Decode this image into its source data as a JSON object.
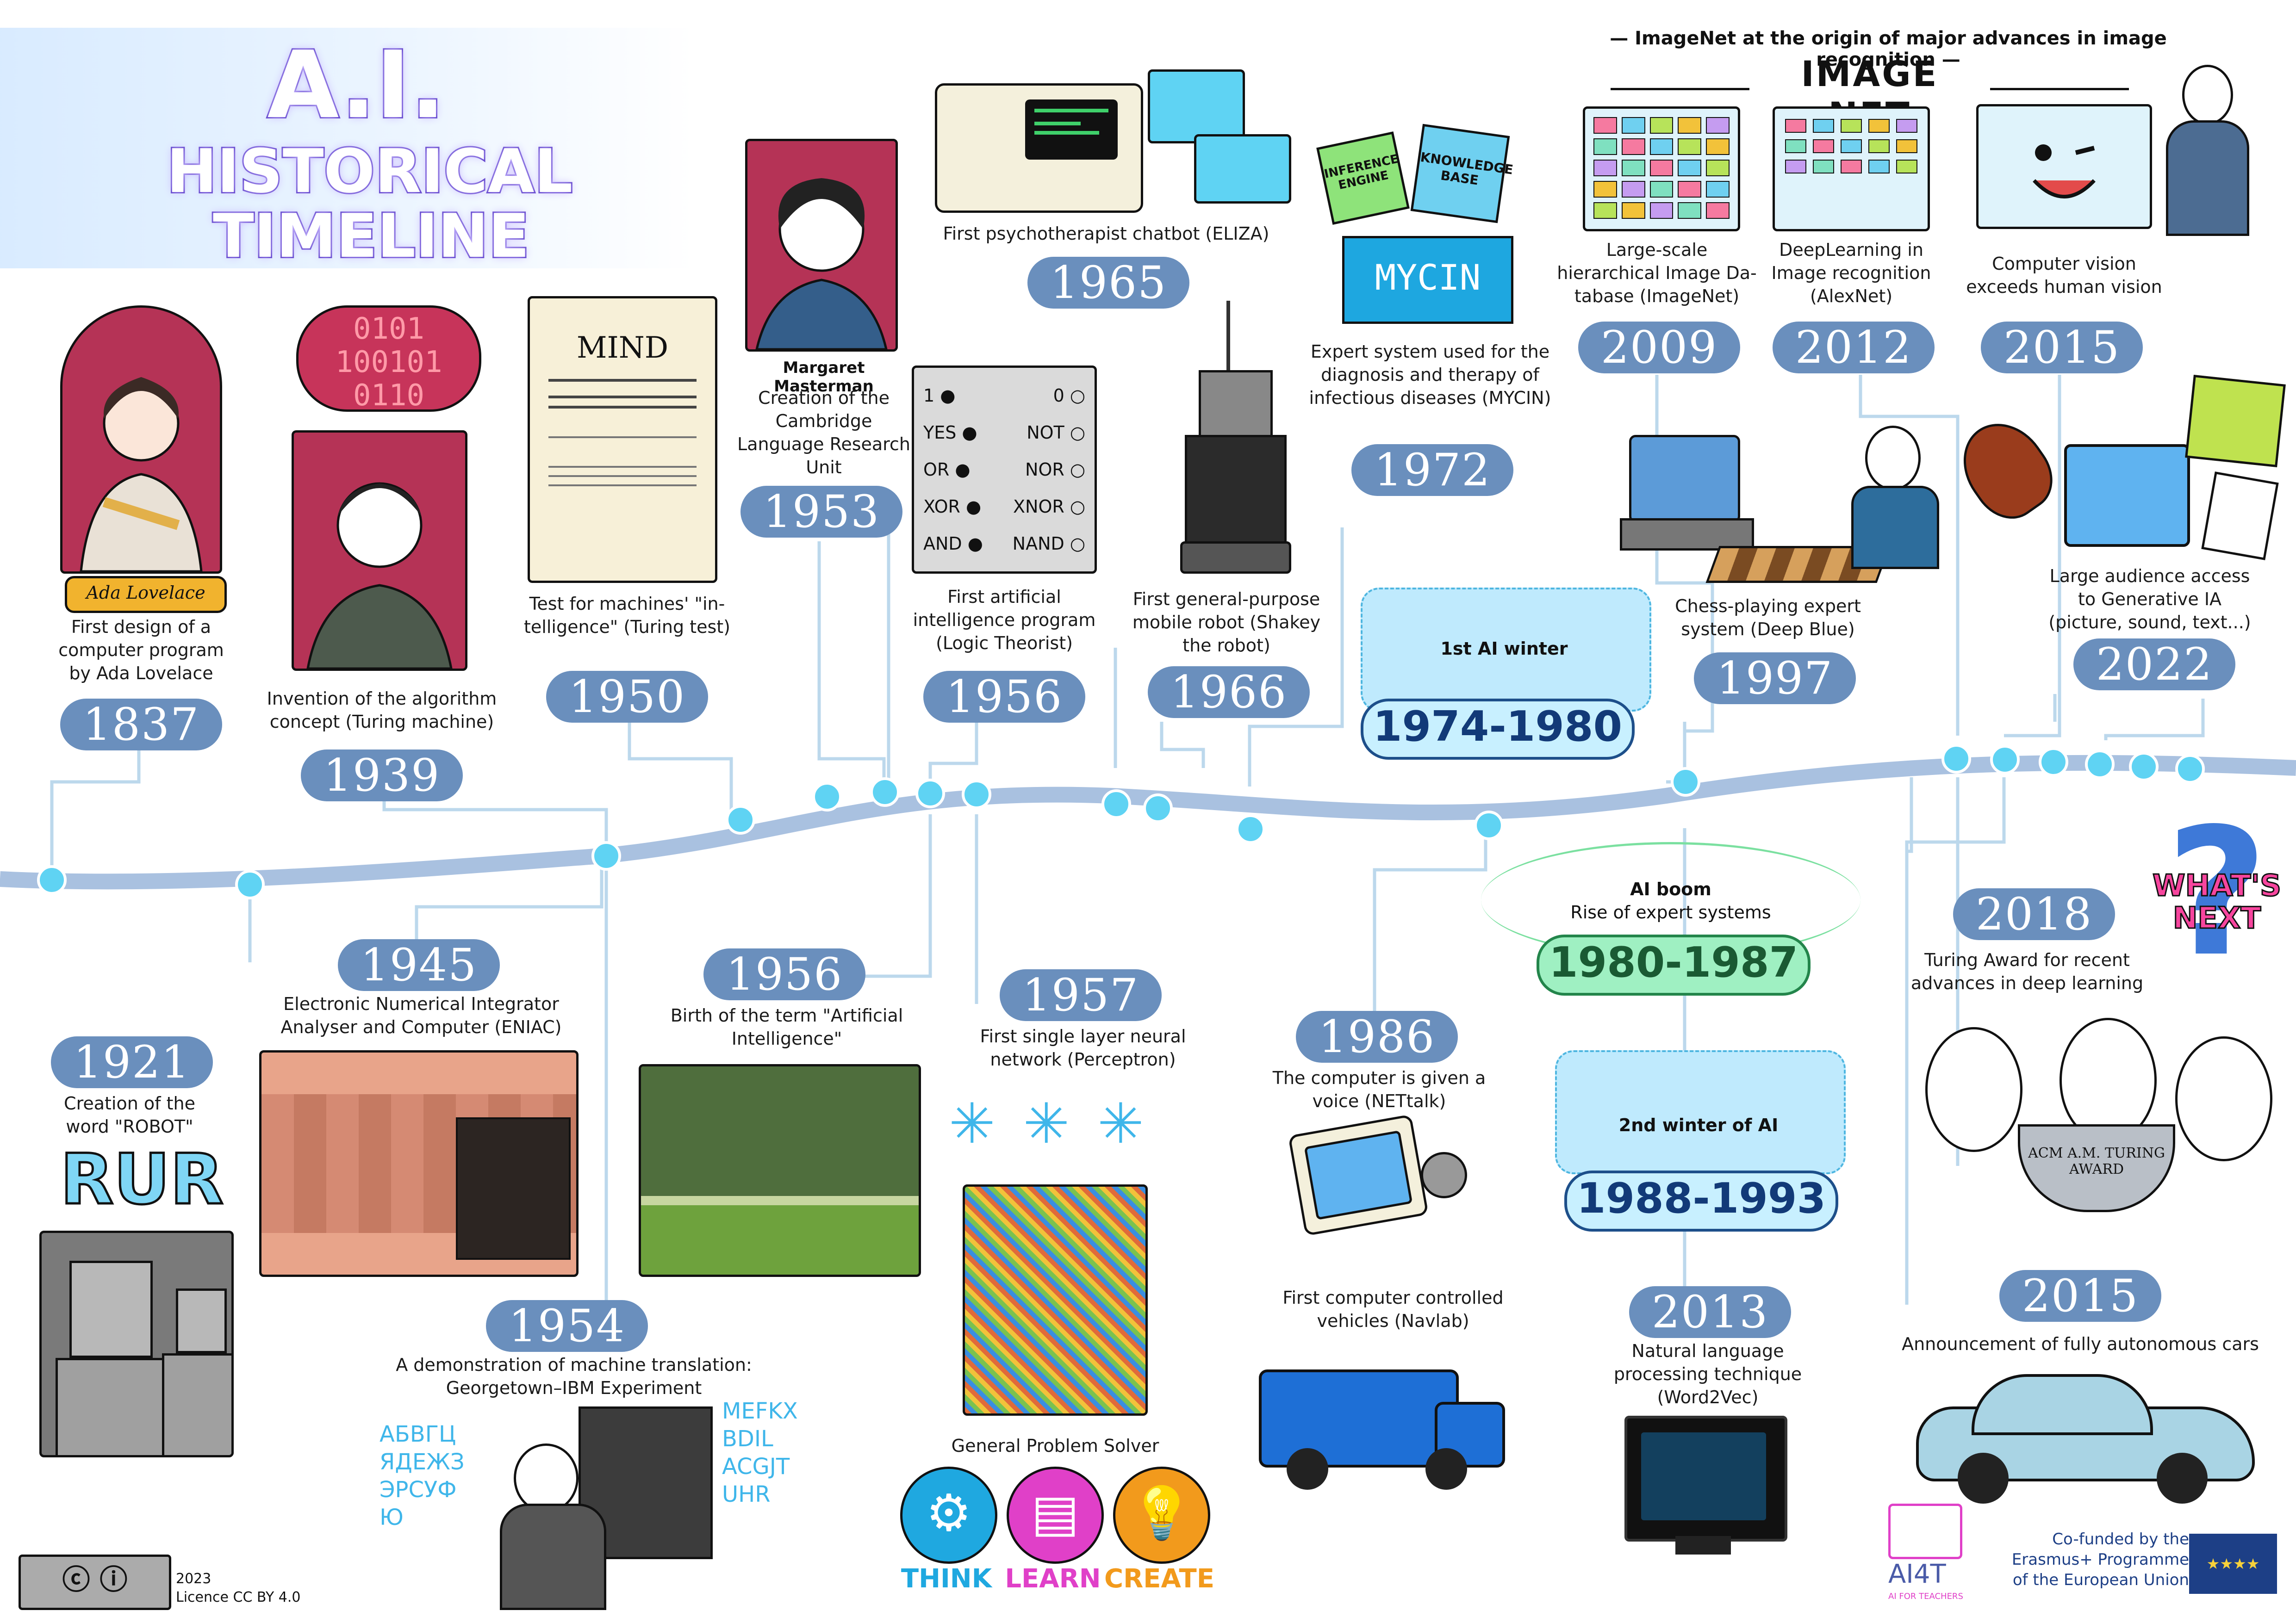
{
  "title": {
    "line1": "A.I.",
    "line2": "HISTORICAL",
    "line3": "TIMELINE"
  },
  "events_top": [
    {
      "key": "e1837",
      "year": "1837",
      "caption": "First design of a computer program by Ada Lovelace",
      "extra": "Ada Lovelace"
    },
    {
      "key": "e1939",
      "year": "1939",
      "caption": "Invention of the algorithm concept (Turing machine)",
      "extra": "0101 100101 0110"
    },
    {
      "key": "e1950",
      "year": "1950",
      "caption": "Test for machines' \"in-telligence\" (Turing test)",
      "extra": "MIND"
    },
    {
      "key": "e1953",
      "year": "1953",
      "caption": "Creation of the Cambridge Language Research Unit",
      "extra": "Margaret Masterman"
    },
    {
      "key": "e1956a",
      "year": "1956",
      "caption": "First artificial intelligence program (Logic Theorist)"
    },
    {
      "key": "e1965",
      "year": "1965",
      "caption": "First psychotherapist chatbot (ELIZA)"
    },
    {
      "key": "e1966",
      "year": "1966",
      "caption": "First general-purpose mobile robot (Shakey the robot)"
    },
    {
      "key": "e1972",
      "year": "1972",
      "caption": "Expert system used for the diagnosis and therapy of infectious diseases (MYCIN)",
      "extra": "MYCIN"
    },
    {
      "key": "e1997",
      "year": "1997",
      "caption": "Chess-playing expert system (Deep Blue)"
    },
    {
      "key": "e2009",
      "year": "2009",
      "caption": "Large-scale hierarchical Image Da-tabase (ImageNet)"
    },
    {
      "key": "e2012",
      "year": "2012",
      "caption": "DeepLearning in Image recognition (AlexNet)"
    },
    {
      "key": "e2015a",
      "year": "2015",
      "caption": "Computer vision exceeds human vision"
    },
    {
      "key": "e2022",
      "year": "2022",
      "caption": "Large audience access to Generative IA (picture, sound, text...)"
    }
  ],
  "events_bottom": [
    {
      "key": "e1921",
      "year": "1921",
      "caption": "Creation of the word \"ROBOT\"",
      "extra": "RUR"
    },
    {
      "key": "e1945",
      "year": "1945",
      "caption": "Electronic Numerical Integrator Analyser and Computer (ENIAC)"
    },
    {
      "key": "e1954",
      "year": "1954",
      "caption": "A demonstration of machine translation: Georgetown–IBM Experiment"
    },
    {
      "key": "e1956b",
      "year": "1956",
      "caption": "Birth of the term \"Artificial Intelligence\""
    },
    {
      "key": "e1957",
      "year": "1957",
      "caption": "First single layer neural network (Perceptron)"
    },
    {
      "key": "e1986",
      "year": "1986",
      "caption": "The computer is given a voice (NETtalk)"
    },
    {
      "key": "e2013",
      "year": "2013",
      "caption": "Natural language processing technique (Word2Vec)"
    },
    {
      "key": "e2018",
      "year": "2018",
      "caption": "Turing Award for recent advances in deep learning"
    },
    {
      "key": "e2015b",
      "year": "2015",
      "caption": "Announcement of fully autonomous cars"
    }
  ],
  "gps": {
    "caption": "General Problem Solver",
    "think": "THINK",
    "learn": "LEARN",
    "create": "CREATE"
  },
  "navlab": {
    "caption": "First computer controlled vehicles (Navlab)"
  },
  "winter1": {
    "label": "1st AI winter",
    "years": "1974-1980"
  },
  "winter2": {
    "label": "2nd winter of AI",
    "years": "1988-1993"
  },
  "boom": {
    "label": "AI boom",
    "sub": "Rise of expert systems",
    "years": "1980-1987"
  },
  "imagenet": {
    "banner": "— ImageNet at the origin of major advances in image recognition —",
    "logo": "IMAGE NET"
  },
  "logic_gates": [
    {
      "name": "1",
      "right": "0"
    },
    {
      "name": "YES",
      "right": "NOT"
    },
    {
      "name": "OR",
      "right": "NOR"
    },
    {
      "name": "XOR",
      "right": "XNOR"
    },
    {
      "name": "AND",
      "right": "NAND"
    }
  ],
  "mycin_notes": {
    "left": "INFERENCE ENGINE",
    "right": "KNOWLEDGE BASE"
  },
  "whats_next": "WHAT'S NEXT",
  "acm": "ACM A.M. TURING AWARD",
  "footer": {
    "year": "2023",
    "license": "Licence CC BY 4.0",
    "ai4t": "AI4T",
    "ai4t_sub": "AI FOR TEACHERS",
    "eu": "Co-funded by the Erasmus+ Programme of the European Union"
  },
  "colors": {
    "accent": "#6a8fbd",
    "dot": "#5fd3f3",
    "line": "#a9c1e0",
    "think": "#1fa8e0",
    "learn": "#e040c8",
    "create": "#f29a1c",
    "boom": "#7be0a0",
    "winter": "#bfeafd"
  }
}
